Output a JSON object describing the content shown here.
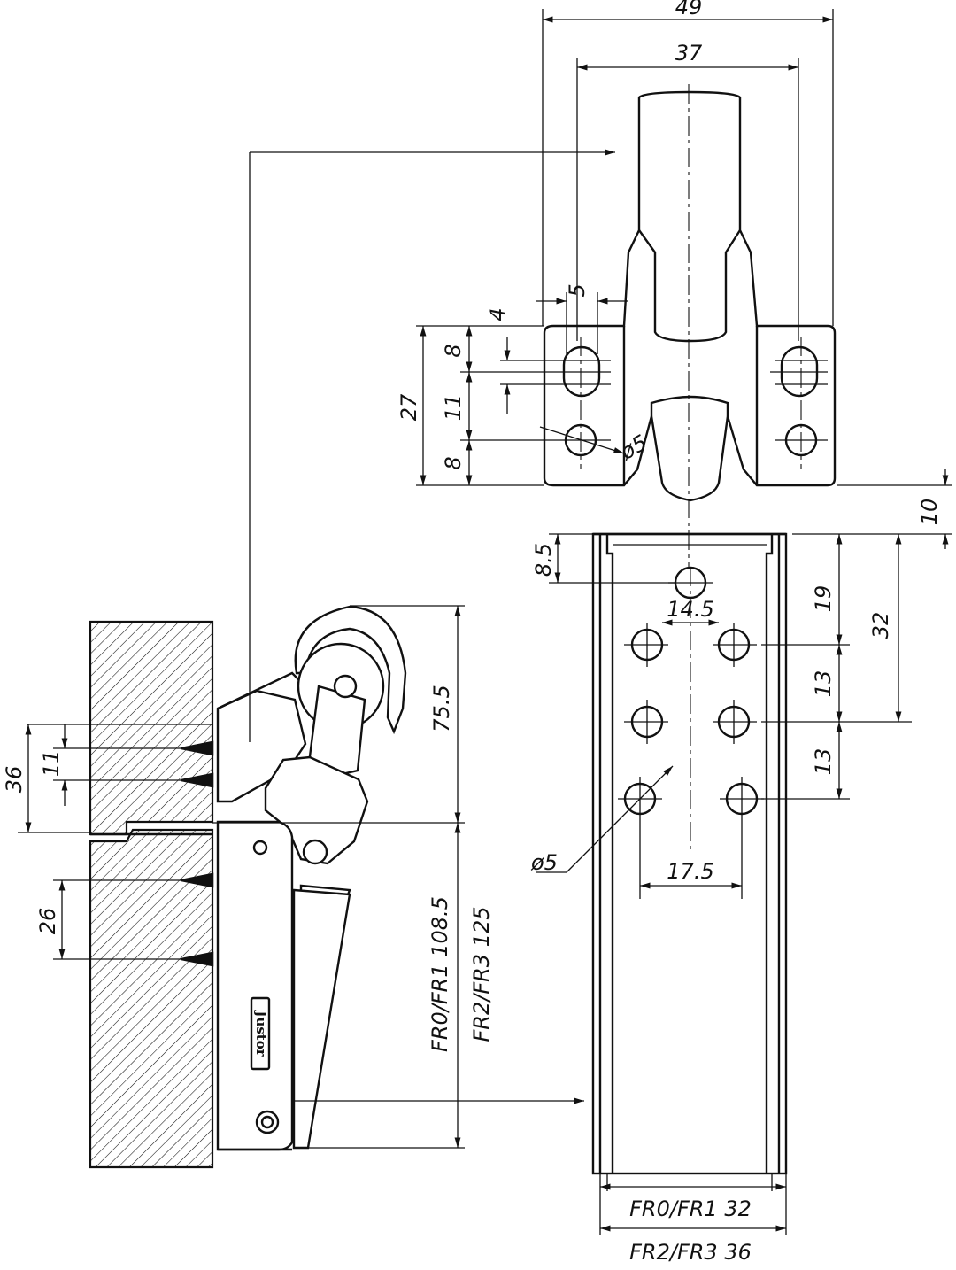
{
  "bracket": {
    "width_outer": "49",
    "width_holes": "37",
    "slot_width": "5",
    "slot_length": "4",
    "offset_top": "8",
    "slot_to_hole": "11",
    "offset_bottom": "8",
    "height": "27",
    "hole_dia": "ø5"
  },
  "plate": {
    "gap": "10",
    "first_hole": "8.5",
    "pitch_1": "19",
    "pitch_2": "13",
    "pitch_3": "13",
    "span": "32",
    "width_a": "14.5",
    "width_b": "17.5",
    "hole_dia": "ø5",
    "width_fr01": "FR0/FR1  32",
    "width_fr23": "FR2/FR3  36"
  },
  "side": {
    "height_arm": "75.5",
    "height_fr01": "FR0/FR1    108.5",
    "height_fr23": "FR2/FR3    125",
    "screw_upper": "36",
    "screw_upper_pitch": "11",
    "screw_lower": "26",
    "brand": "Justor"
  }
}
